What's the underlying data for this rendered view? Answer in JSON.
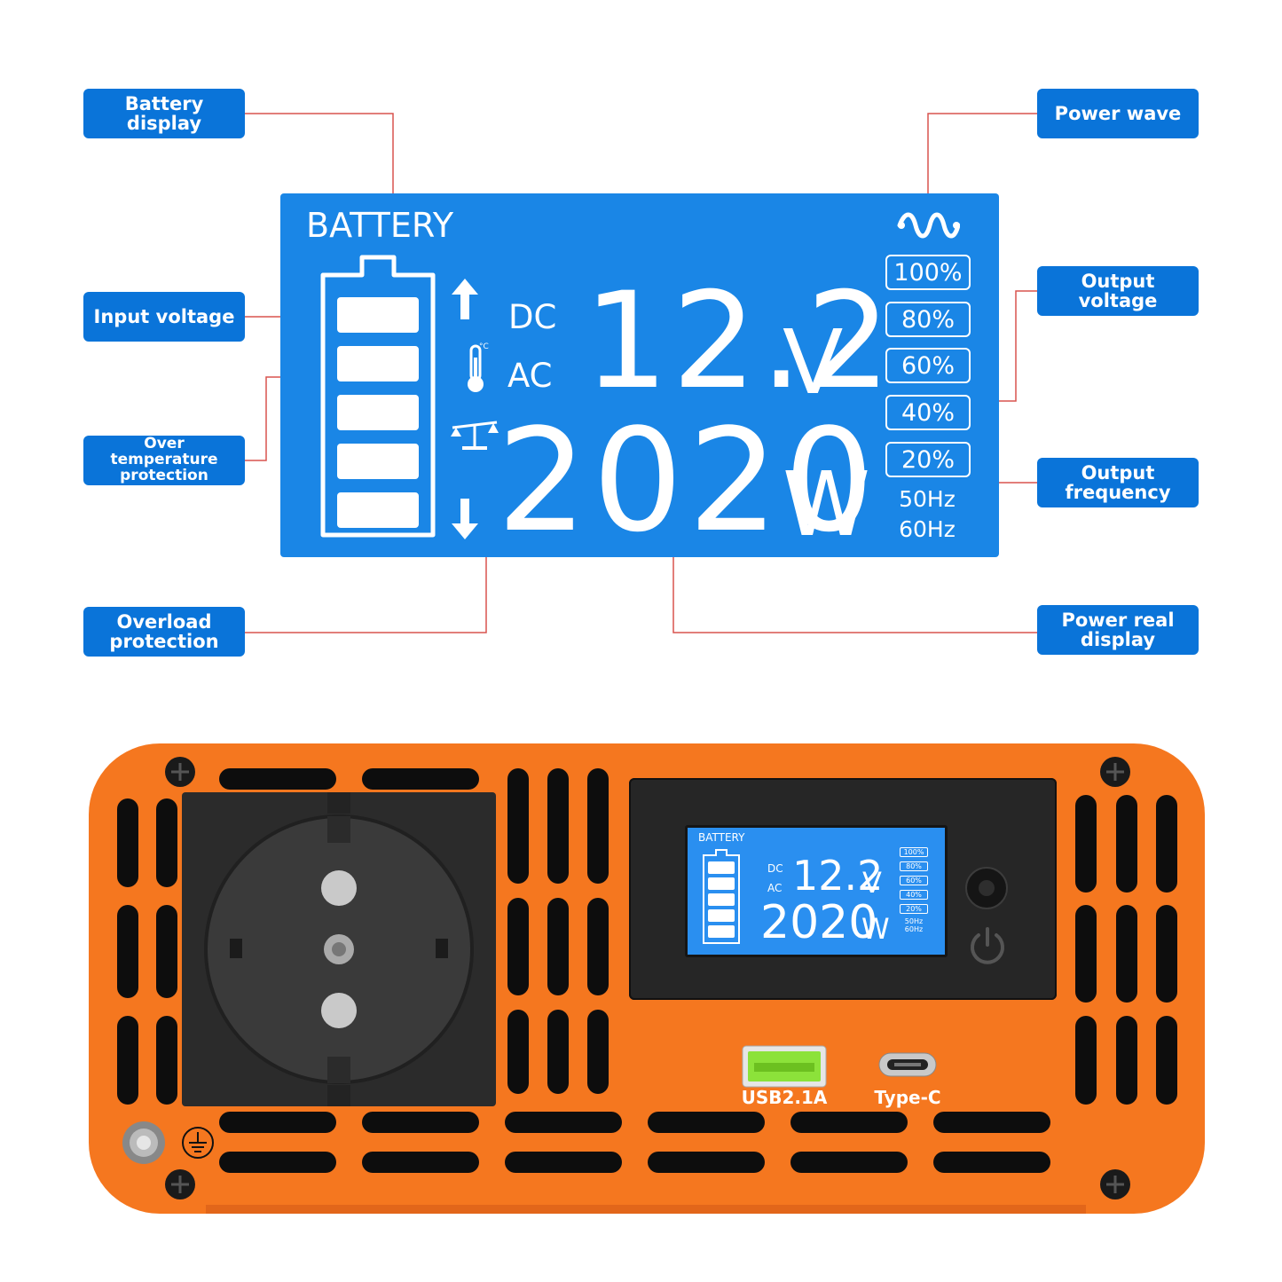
{
  "callouts": {
    "battery_display": "Battery display",
    "input_voltage": "Input voltage",
    "over_temperature": "Over temperature protection",
    "overload": "Overload protection",
    "power_wave": "Power wave",
    "output_voltage": "Output voltage",
    "output_frequency": "Output frequency",
    "power_real_display": "Power real display"
  },
  "lcd": {
    "battery_label": "BATTERY",
    "dc_label": "DC",
    "ac_label": "AC",
    "voltage_value": "12.2",
    "voltage_unit": "V",
    "power_value": "2020",
    "power_unit": "W",
    "percentages": [
      "100%",
      "80%",
      "60%",
      "40%",
      "20%"
    ],
    "freq_50": "50Hz",
    "freq_60": "60Hz",
    "battery_bars": 5,
    "temp_unit": "°C"
  },
  "device": {
    "usb_label": "USB2.1A",
    "typec_label": "Type-C",
    "mini_battery_label": "BATTERY",
    "mini_dc": "DC",
    "mini_ac": "AC",
    "mini_voltage": "12.2",
    "mini_voltage_unit": "V",
    "mini_power": "2020",
    "mini_power_unit": "W",
    "mini_percentages": [
      "100%",
      "80%",
      "60%",
      "40%",
      "20%"
    ],
    "mini_freq_50": "50Hz",
    "mini_freq_60": "60Hz"
  },
  "colors": {
    "callout_blue": "#0a74d9",
    "lcd_blue": "#1a86e6",
    "leader_red": "#d9534f",
    "housing_orange": "#f5771f"
  }
}
